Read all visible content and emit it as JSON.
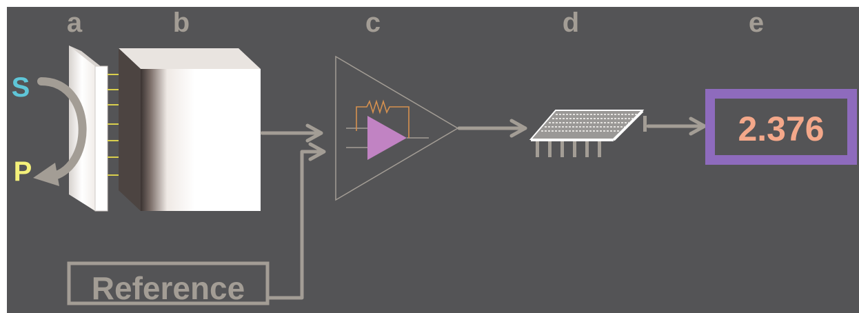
{
  "colors": {
    "background": "#545456",
    "frame": "#ffffff",
    "arrow": "#a39d95",
    "label_s": "#5fc6d8",
    "label_p": "#f4f07a",
    "amplifier_stroke": "#a39d95",
    "amplifier_fill": "#c183c3",
    "resistor": "#d6914f",
    "display_border": "#8e6bbd",
    "display_value": "#f4a88a",
    "reference": "#a39d95",
    "panel_a": "#ffffff",
    "panel_b": "#ffffff",
    "electrode_lines": "#d9cf4d",
    "chip_body": "#9a9896",
    "chip_edge": "#ffffff"
  },
  "stage_labels": {
    "a": "a",
    "b": "b",
    "c": "c",
    "d": "d",
    "e": "e"
  },
  "sample_labels": {
    "s": "S",
    "p": "P"
  },
  "reference": {
    "label": "Reference"
  },
  "display": {
    "value": "2.376"
  },
  "icons": {
    "amplifier": "op-amp-triangle-icon",
    "resistor": "resistor-icon",
    "chip": "microchip-icon"
  }
}
